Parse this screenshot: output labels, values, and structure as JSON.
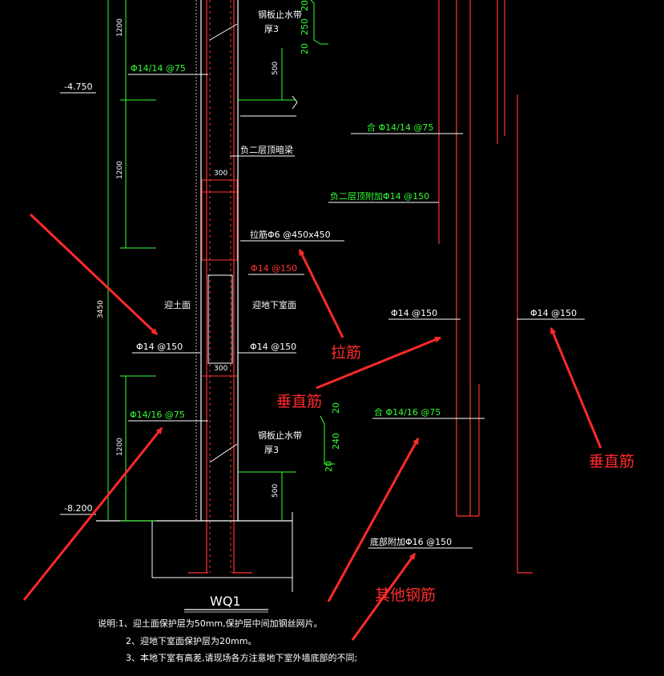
{
  "colors": {
    "background": "#000000",
    "rebar": "#ff3333",
    "dim": "#33ff33",
    "outline": "#ffffff",
    "annotation": "#ff2a2a"
  },
  "labels": {
    "waterstop_top": "钢板止水带",
    "waterstop_top_thk": "厚3",
    "waterstop_bot": "钢板止水带",
    "waterstop_bot_thk": "厚3",
    "bar_top_left": "Φ14/14 @75",
    "elev_1": "-4.750",
    "elev_2": "-8.200",
    "beam": "负二层顶暗梁",
    "tie": "拉筋Φ6 @450x450",
    "inner_vert": "Φ14 @150",
    "soil_face": "迎土面",
    "basement_face": "迎地下室面",
    "left_vert": "Φ14 @150",
    "right_vert": "Φ14 @150",
    "bar_bot_left": "Φ14/16 @75",
    "r_top": "Φ14/14 @75",
    "r_top_prefix": "合",
    "r_add": "负二层顶附加Φ14 @150",
    "r_mid": "Φ14 @150",
    "r_far": "Φ14 @150",
    "r_bot": "Φ14/16 @75",
    "r_bot_prefix": "合",
    "r_base": "底部附加Φ16 @150"
  },
  "dims": {
    "d1200a": "1200",
    "d500a": "500",
    "d1200b": "1200",
    "d300a": "300",
    "d3450": "3450",
    "d300b": "300",
    "d1200c": "1200",
    "d500b": "500",
    "top250": "250",
    "top20a": "20",
    "top20b": "20",
    "mid240": "240",
    "mid20a": "20",
    "mid20b": "20"
  },
  "annotations": {
    "tie": "拉筋",
    "vertical_mid": "垂直筋",
    "vertical_right": "垂直筋",
    "other": "其他钢筋"
  },
  "title": "WQ1",
  "notes": [
    "说明:1、迎土面保护层为50mm,保护层中间加钢丝网片。",
    "2、迎地下室面保护层为20mm。",
    "3、本地下室有高差,请现场各方注意地下室外墙底部的不同;"
  ]
}
